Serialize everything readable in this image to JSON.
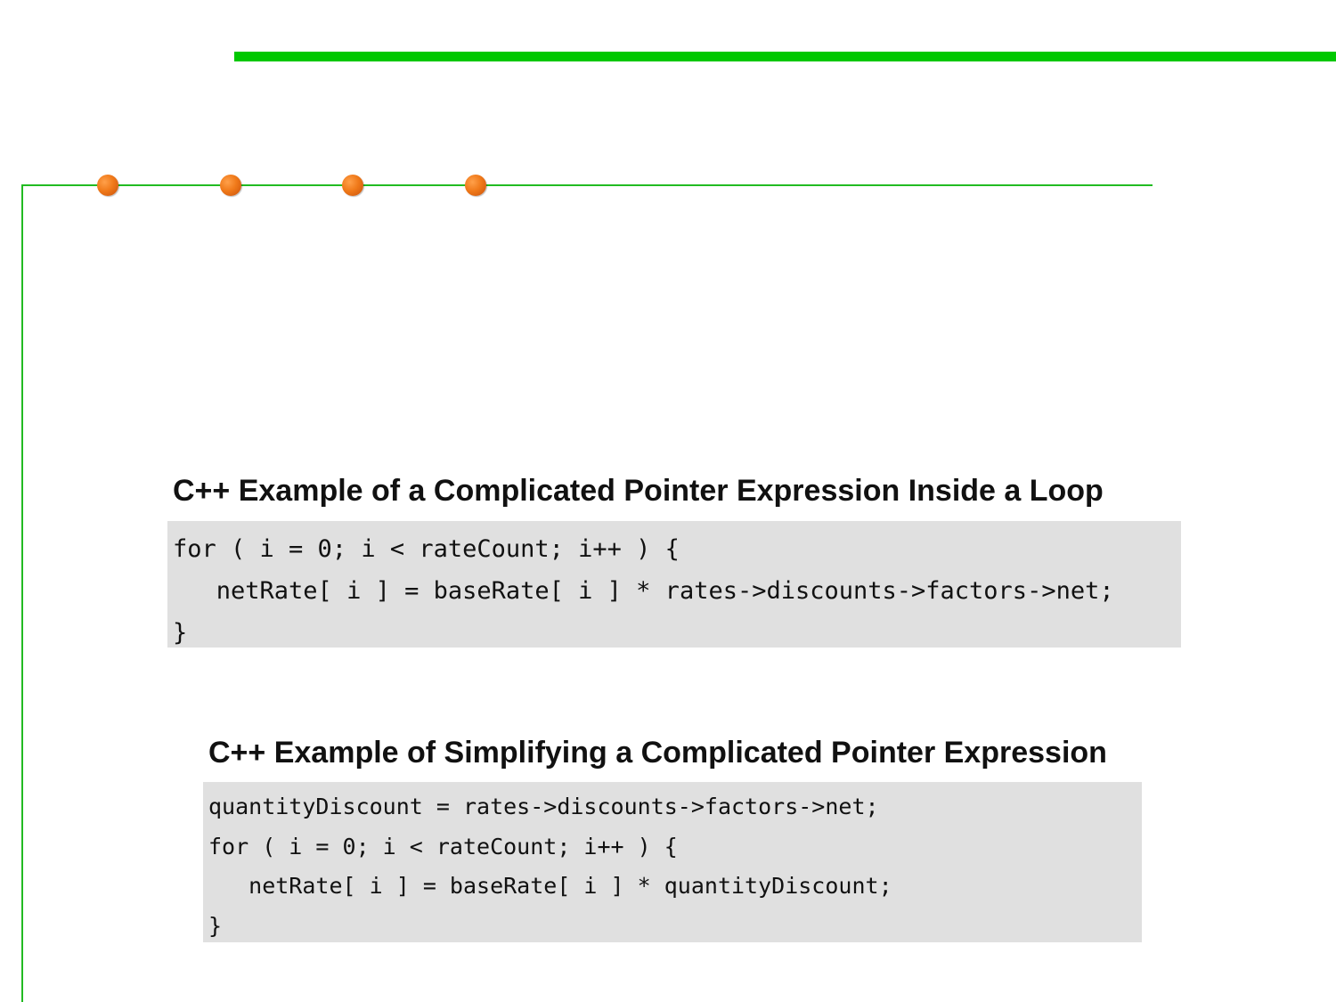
{
  "slide": {
    "colors": {
      "top_bar": "#00c800",
      "rules": "#22bb22",
      "bullet_dots": "#f07a1a",
      "code_background": "#e0e0e0"
    },
    "examples": [
      {
        "heading": "C++ Example of a Complicated Pointer Expression Inside a Loop",
        "code_lines": [
          "for ( i = 0; i < rateCount; i++ ) {",
          "   netRate[ i ] = baseRate[ i ] * rates->discounts->factors->net;",
          "}"
        ]
      },
      {
        "heading": "C++ Example of Simplifying a Complicated Pointer Expression",
        "code_lines": [
          "quantityDiscount = rates->discounts->factors->net;",
          "for ( i = 0; i < rateCount; i++ ) {",
          "   netRate[ i ] = baseRate[ i ] * quantityDiscount;",
          "}"
        ]
      }
    ]
  }
}
